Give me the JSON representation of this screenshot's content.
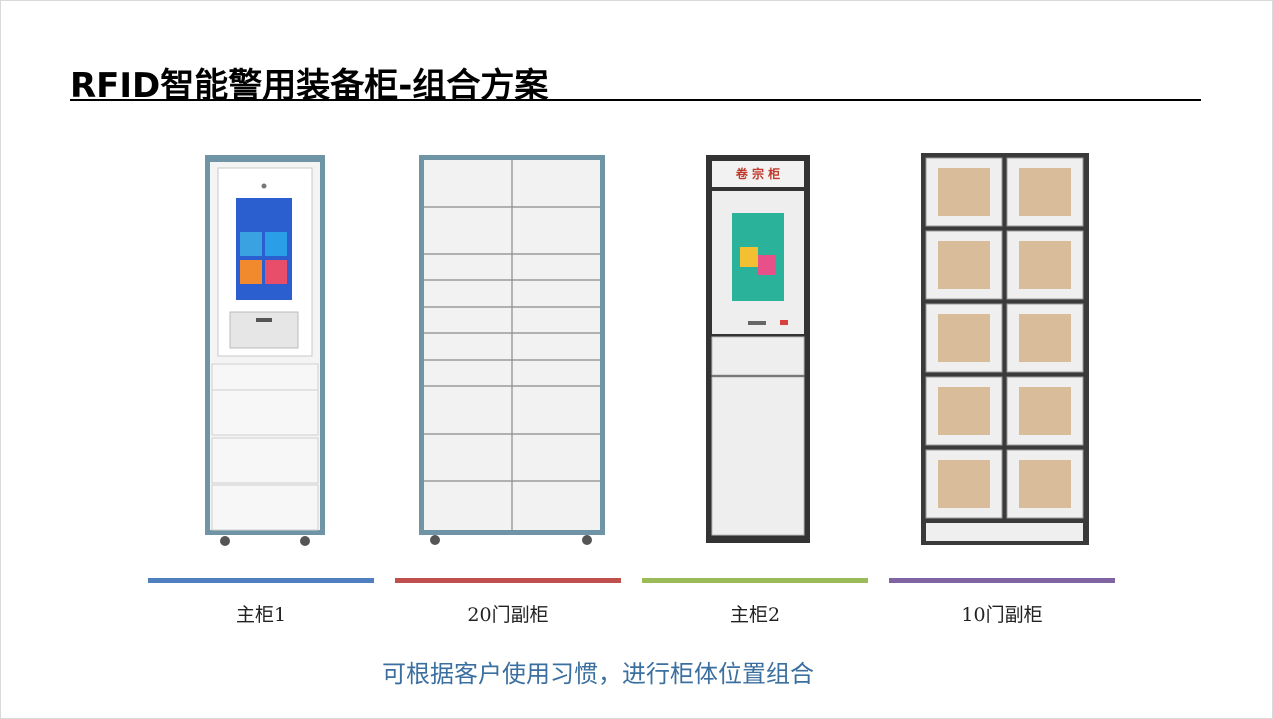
{
  "title": "RFID智能警用装备柜-组合方案",
  "cabinets": [
    {
      "name": "主柜1",
      "bar_color": "#4f7fbf"
    },
    {
      "name": "20门副柜",
      "bar_color": "#c0504d"
    },
    {
      "name": "主柜2",
      "bar_color": "#9bbb59"
    },
    {
      "name": "10门副柜",
      "bar_color": "#8064a2"
    }
  ],
  "cabinet3_header": "卷 宗 柜",
  "note": "可根据客户使用习惯，进行柜体位置组合"
}
